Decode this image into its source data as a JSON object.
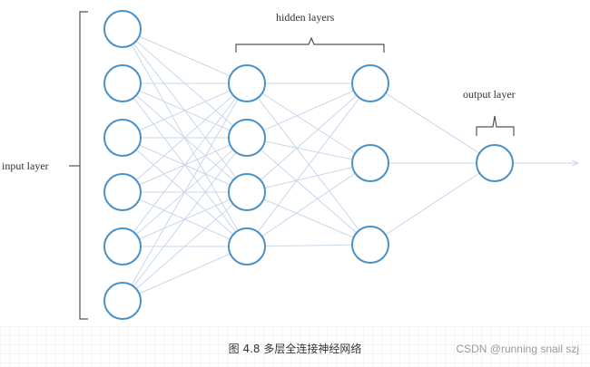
{
  "labels": {
    "input_layer": "input layer",
    "hidden_layers": "hidden layers",
    "output_layer": "output layer"
  },
  "caption": "图 4.8  多层全连接神经网络",
  "watermark": "CSDN @running snail szj",
  "colors": {
    "node_stroke": "#4a90c8",
    "edge": "#c9d7ea",
    "bracket": "#555555",
    "text": "#333333",
    "watermark": "#9a9a9a"
  },
  "network": {
    "layers": [
      {
        "role": "input",
        "nodes": 6
      },
      {
        "role": "hidden",
        "nodes": 4
      },
      {
        "role": "hidden",
        "nodes": 3
      },
      {
        "role": "output",
        "nodes": 1
      }
    ],
    "fully_connected": true,
    "output_arrow": true
  }
}
